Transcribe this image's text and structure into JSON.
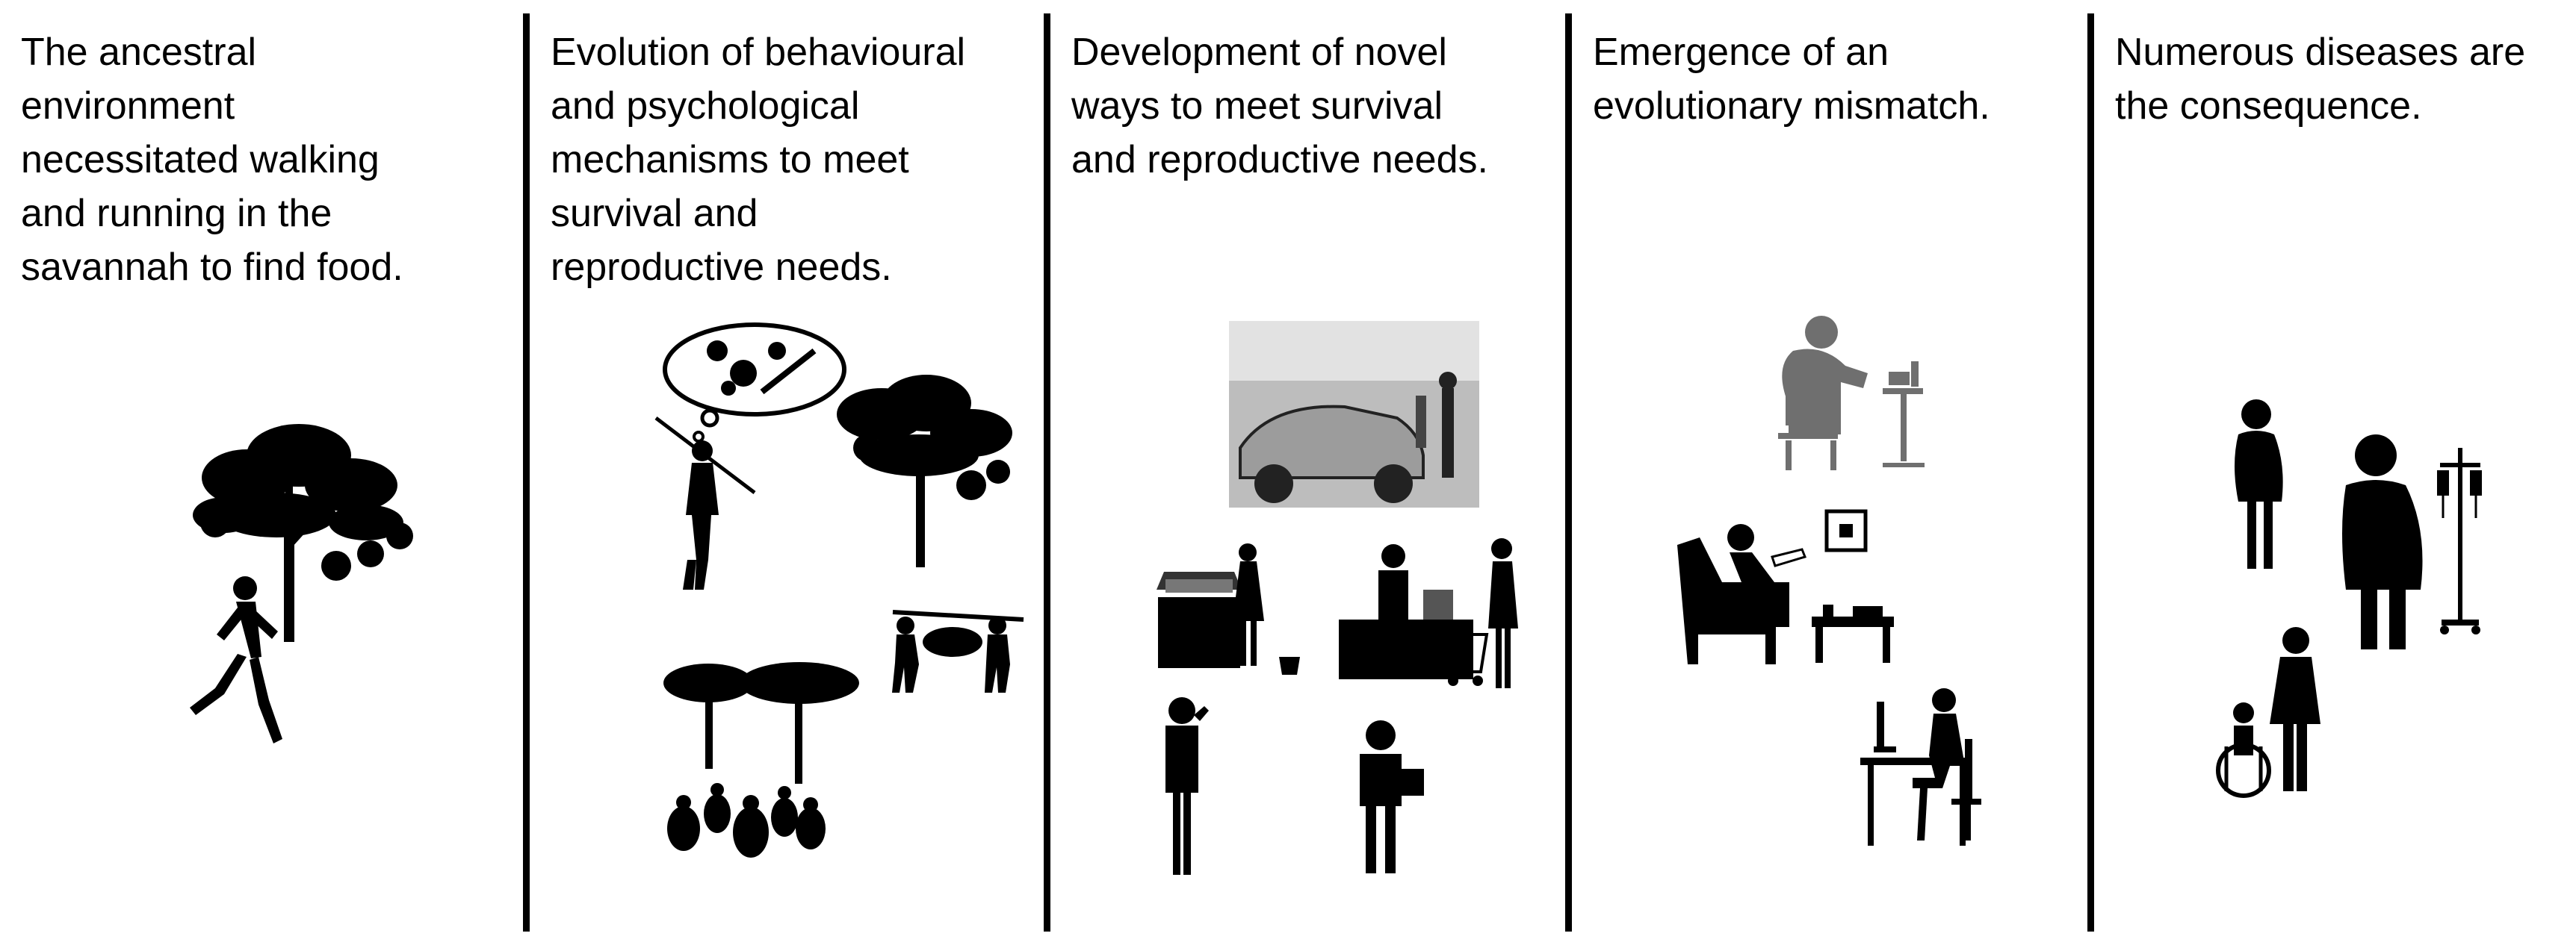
{
  "panels": [
    {
      "caption_lines": [
        "The ancestral",
        "environment",
        "necessitated walking",
        "and running in the",
        "savannah to find food."
      ]
    },
    {
      "caption_lines": [
        "Evolution of behavioural",
        "and psychological",
        "mechanisms to meet",
        "survival and",
        "reproductive needs."
      ]
    },
    {
      "caption_lines": [
        "Development of novel",
        "ways to meet survival",
        "and reproductive needs."
      ]
    },
    {
      "caption_lines": [
        "Emergence of an",
        "evolutionary mismatch."
      ]
    },
    {
      "caption_lines": [
        "Numerous diseases are",
        "the consequence."
      ]
    }
  ],
  "colors": {
    "ink": "#000000",
    "background": "#ffffff",
    "photo_gray": "#bdbdbd",
    "icon_gray": "#6f6f6f"
  }
}
